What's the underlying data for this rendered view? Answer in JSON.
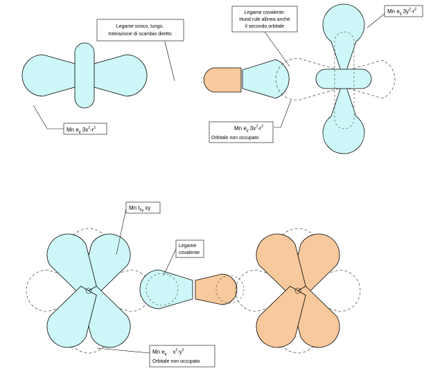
{
  "colors": {
    "occupied": "#cdf7f9",
    "partner": "#f8c99c",
    "stroke": "#000000",
    "dashed": "#555555",
    "background": "#ffffff"
  },
  "labels": {
    "ionic_bond": [
      "Legame ionico, lungo.",
      "Interazione di scambio diretto"
    ],
    "covalent_hund": [
      "Legame covalente.",
      "Hund rule allinea anche",
      "il secondo orbitale"
    ],
    "mn_eg_y2_prefix": "Mn e",
    "mn_eg_y2_sub": "g",
    "mn_eg_y2_main": " 3y",
    "mn_eg_y2_sup1": "2",
    "mn_eg_y2_mid": "-r",
    "mn_eg_y2_sup2": "2",
    "mn_eg_left_prefix": "Mn e",
    "mn_eg_left_sub": "g",
    "mn_eg_left_main": " 3x",
    "mn_eg_left_sup1": "2",
    "mn_eg_left_mid": "-r",
    "mn_eg_left_sup2": "2",
    "mn_eg_right_prefix": "Mn e",
    "mn_eg_right_sub": "g",
    "mn_eg_right_main": " 3x",
    "mn_eg_right_sup1": "2",
    "mn_eg_right_mid": "-r",
    "mn_eg_right_sup2": "2",
    "mn_eg_right_note": "Orbitale non occupato",
    "mn_t2g_prefix": "Mn t",
    "mn_t2g_sub": "2g",
    "mn_t2g_main": " xy",
    "covalent_bottom": [
      "Legame",
      "covalente"
    ],
    "mn_eg_x2y2_prefix": "Mn e",
    "mn_eg_x2y2_sub": "g",
    "mn_eg_x2y2_main": "    x",
    "mn_eg_x2y2_sup1": "2",
    "mn_eg_x2y2_mid": "-y",
    "mn_eg_x2y2_sup2": "2",
    "mn_eg_x2y2_note": "Orbitale non occupato"
  }
}
